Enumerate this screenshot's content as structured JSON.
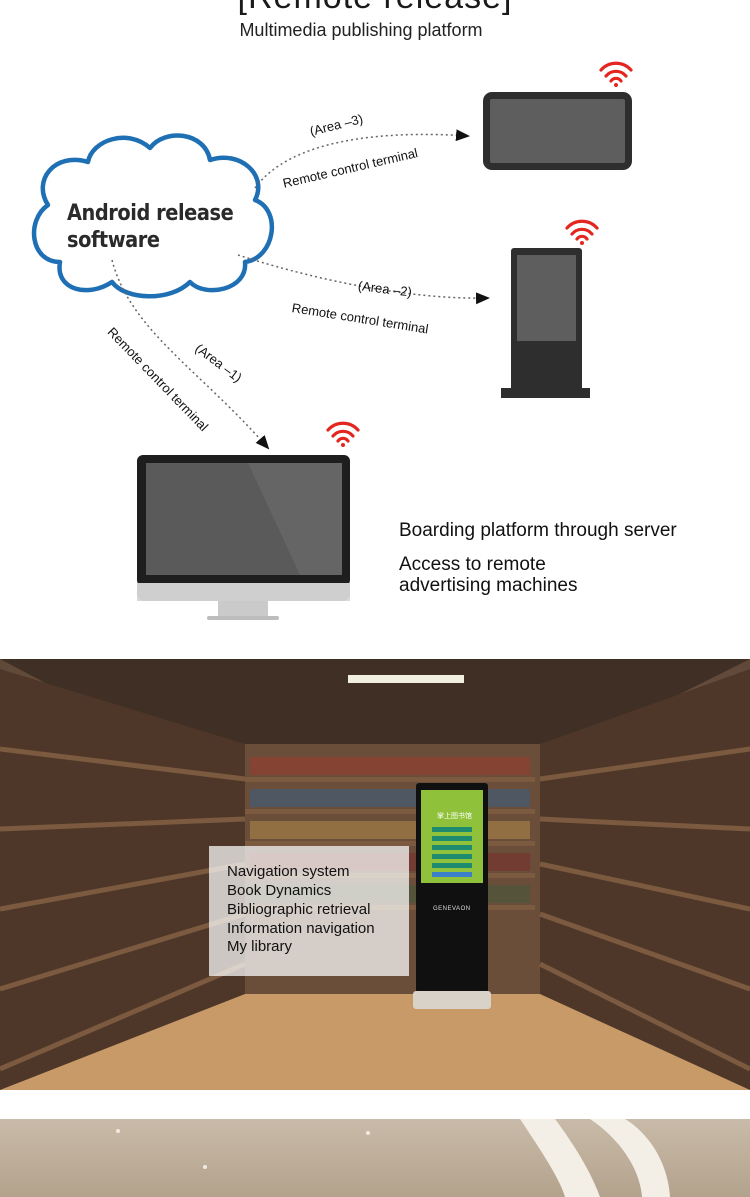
{
  "header": {
    "title": "[Remote release]",
    "subtitle": "Multimedia publishing platform"
  },
  "diagram": {
    "cloud_label_line1": "Android release",
    "cloud_label_line2": "software",
    "links": [
      {
        "area": "(Area –3)",
        "terminal": "Remote control terminal"
      },
      {
        "area": "(Area –2)",
        "terminal": "Remote control terminal"
      },
      {
        "area": "(Area –1)",
        "terminal": "Remote control terminal"
      }
    ],
    "info_line1": "Boarding platform through server",
    "info_line2a": "Access to remote",
    "info_line2b": "advertising machines",
    "colors": {
      "cloud_border": "#1f6fb4",
      "wifi": "#e3261f",
      "device": "#2e2e2e",
      "screen": "#5e5e5e"
    },
    "icons": [
      "cloud-icon",
      "wifi-icon",
      "tablet-icon",
      "kiosk-icon",
      "monitor-icon"
    ]
  },
  "library": {
    "menu_items": [
      "Navigation system",
      "Book Dynamics",
      "Bibliographic retrieval",
      "Information navigation",
      "My library"
    ],
    "kiosk_title": "掌上图书馆",
    "kiosk_brand": "GENEVAON"
  }
}
